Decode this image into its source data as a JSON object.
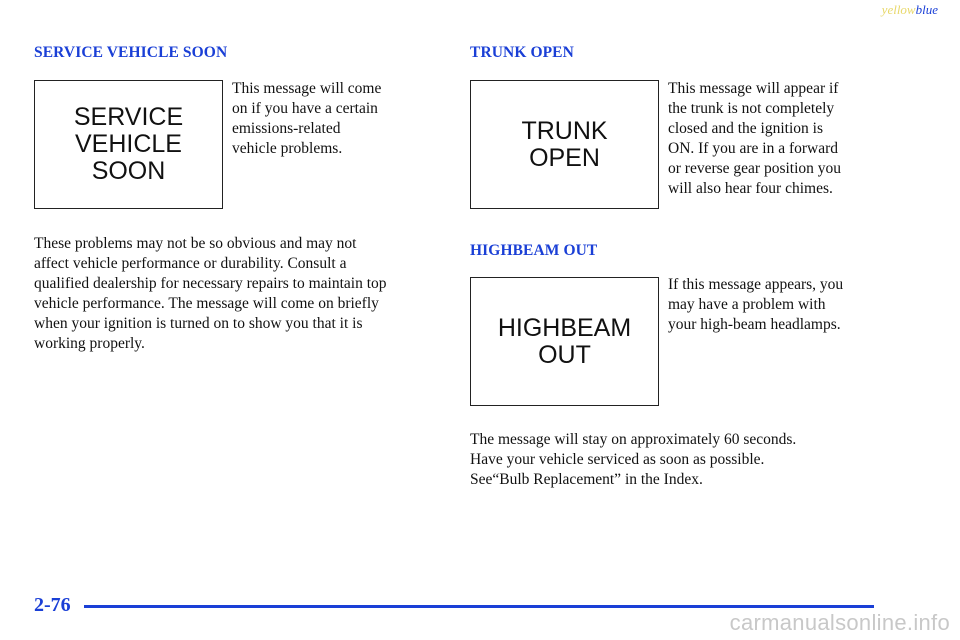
{
  "corner_tag": {
    "yellow": "yellow",
    "blue": "blue"
  },
  "left_column": {
    "heading": "SERVICE VEHICLE SOON",
    "display_text": "SERVICE\nVEHICLE\nSOON",
    "side_text": "This message will come\non if you have a certain\nemissions-related\nvehicle problems.",
    "body_text": "These problems may not be so obvious and may not\naffect vehicle performance or durability. Consult a\nqualified dealership for necessary repairs to maintain top\nvehicle performance. The message will come on briefly\nwhen your ignition is turned on to show you that it is\nworking properly."
  },
  "trunk_section": {
    "heading": "TRUNK OPEN",
    "display_text": "TRUNK\nOPEN",
    "side_text": "This message will appear if\nthe trunk is not completely\nclosed and the ignition is\nON. If you are in a forward\nor reverse gear position you\nwill also hear four chimes."
  },
  "highbeam_section": {
    "heading": "HIGHBEAM OUT",
    "display_text": "HIGHBEAM\nOUT",
    "side_text": "If this message appears, you\nmay have a problem with\nyour high-beam headlamps.",
    "body_text": "The message will stay on approximately 60 seconds.\nHave your vehicle serviced as soon as possible.\nSee“Bulb Replacement” in the Index."
  },
  "footer": {
    "page_number": "2-76",
    "watermark": "carmanualsonline.info"
  },
  "colors": {
    "accent": "#1a3fd6",
    "text": "#111111",
    "tag_yellow": "#e8d86a"
  }
}
